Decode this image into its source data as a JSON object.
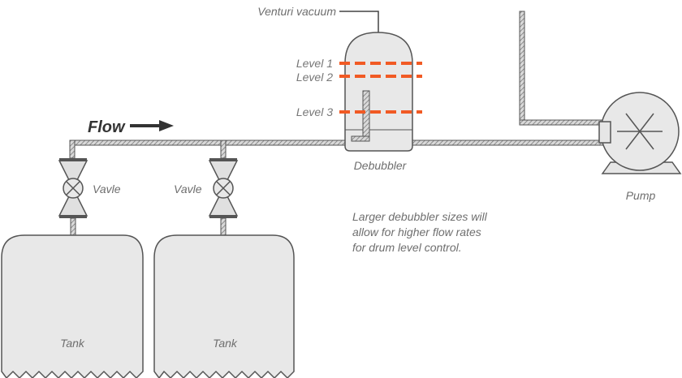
{
  "diagram": {
    "flow_label": "Flow",
    "venturi_label": "Venturi vacuum",
    "debubbler_label": "Debubbler",
    "pump_label": "Pump",
    "valve_left_label": "Vavle",
    "valve_right_label": "Vavle",
    "tank_left_label": "Tank",
    "tank_right_label": "Tank",
    "levels": [
      "Level 1",
      "Level 2",
      "Level 3"
    ],
    "note_lines": [
      "Larger debubbler sizes will",
      "allow for higher flow rates",
      "for drum level control."
    ]
  },
  "colors": {
    "level_line": "#f15a24",
    "outline": "#555555",
    "vessel_fill": "#e6e6e6",
    "pipe_fill": "#9a9a9a"
  }
}
